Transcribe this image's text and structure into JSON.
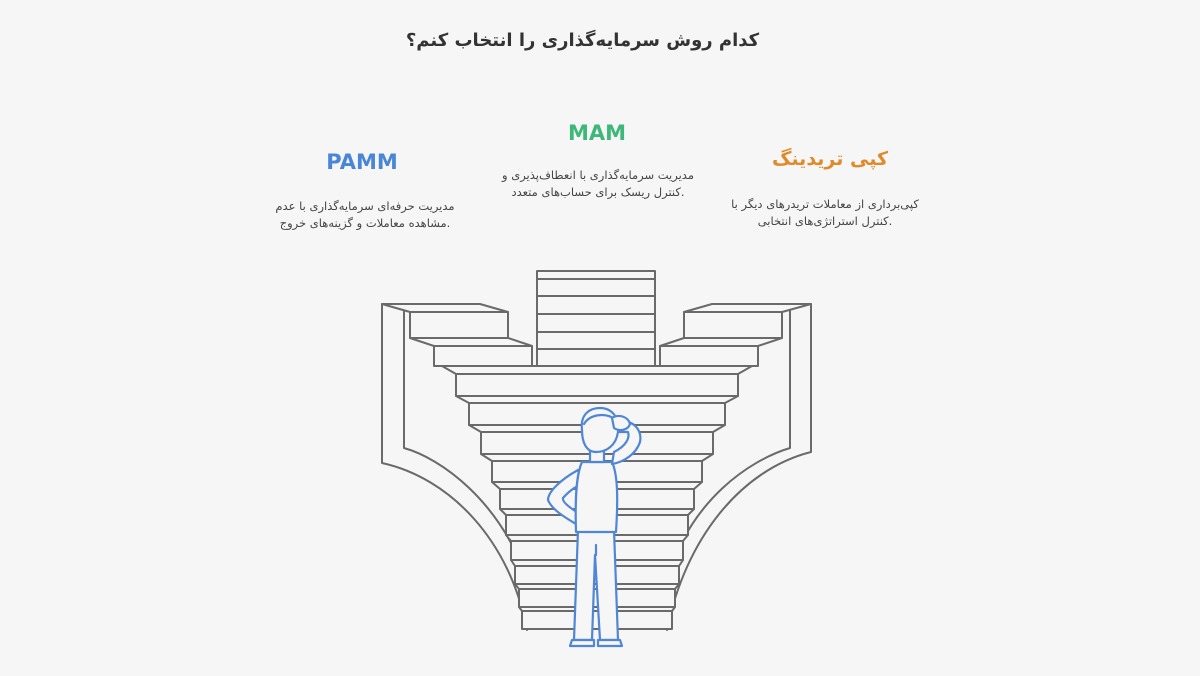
{
  "title": "کدام روش سرمایه‌گذاری را انتخاب کنم؟",
  "options": {
    "pamm": {
      "label": "PAMM",
      "desc1": "مدیریت حرفه‌ای سرمایه‌گذاری با عدم",
      "desc2": ".مشاهده معاملات و گزینه‌های خروج",
      "color": "#4a86d8"
    },
    "mam": {
      "label": "MAM",
      "desc1": "مدیریت سرمایه‌گذاری با انعطاف‌پذیری و",
      "desc2": ".کنترل ریسک برای حساب‌های متعدد",
      "color": "#3db879"
    },
    "copy": {
      "label": "کپی تریدینگ",
      "desc1": "کپی‌برداری از معاملات تریدرهای دیگر با",
      "desc2": ".کنترل استراتژی‌های انتخابی",
      "color": "#e08a2c"
    }
  },
  "colors": {
    "line": "#6a6a6a",
    "person": "#4f86d6",
    "background": "#f6f6f6"
  }
}
